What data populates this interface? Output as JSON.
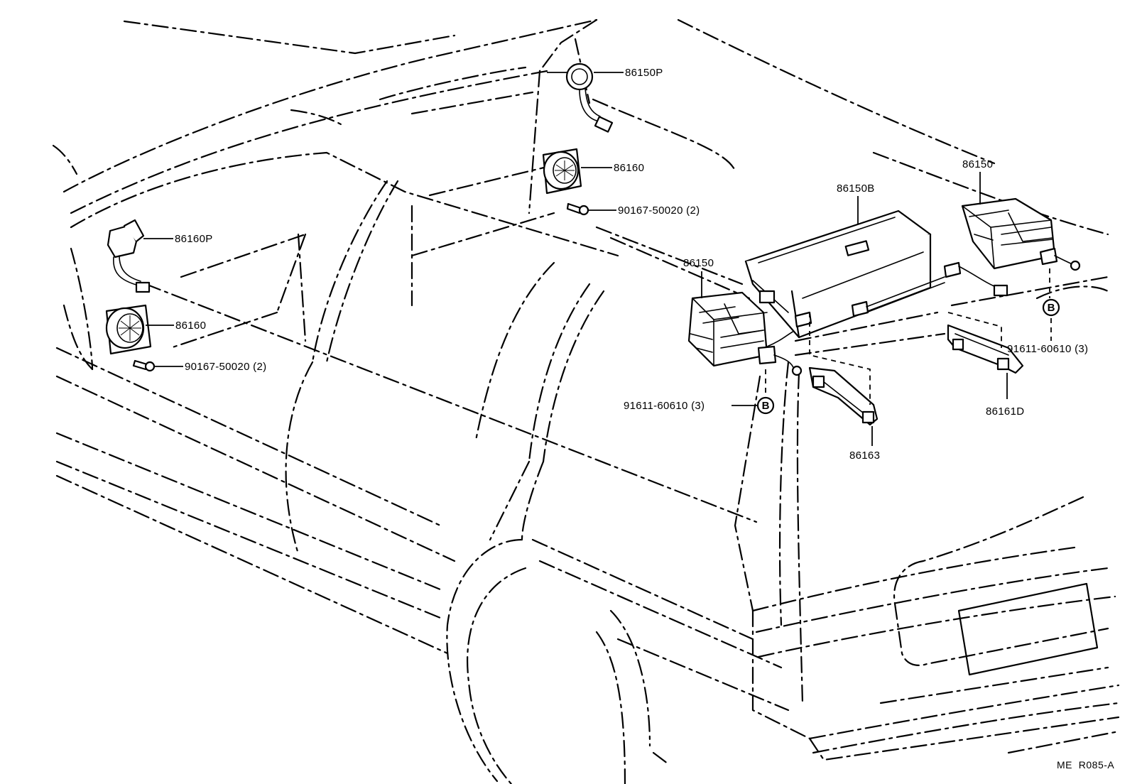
{
  "diagram": {
    "labels": {
      "tweeter_right": "86150P",
      "speaker_right": "86160",
      "screw_right": "90167-50020 (2)",
      "tweeter_left": "86160P",
      "speaker_left": "86160",
      "screw_left": "90167-50020 (2)",
      "woofer_left": "86150",
      "amplifier": "86150B",
      "woofer_right": "86150",
      "bolt_right": "91611-60610 (3)",
      "bracket_right": "86161D",
      "bolt_left": "91611-60610 (3)",
      "bracket_center": "86163"
    },
    "markers": {
      "ref_right": "B",
      "ref_left": "B"
    },
    "drawing_code": "ME  R085-A"
  }
}
